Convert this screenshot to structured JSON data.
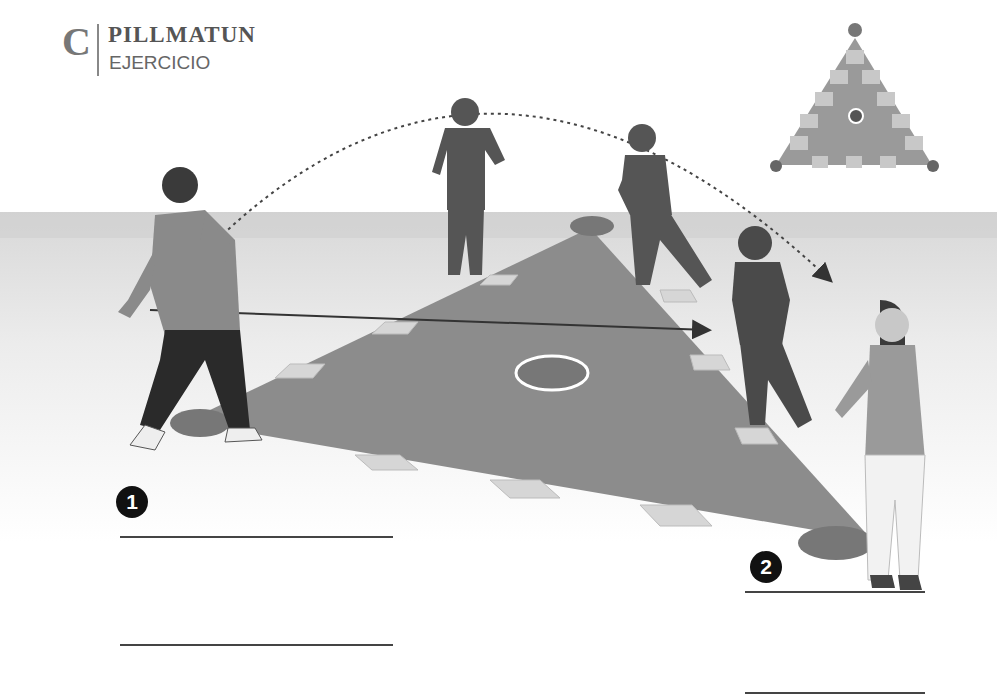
{
  "diagram": {
    "title": "PILLMATUN",
    "nodes": [
      {
        "text": [
          "1"
        ]
      },
      {
        "text": [
          "2"
        ]
      }
    ],
    "labels": [
      "C",
      "EJERCICIO"
    ]
  }
}
